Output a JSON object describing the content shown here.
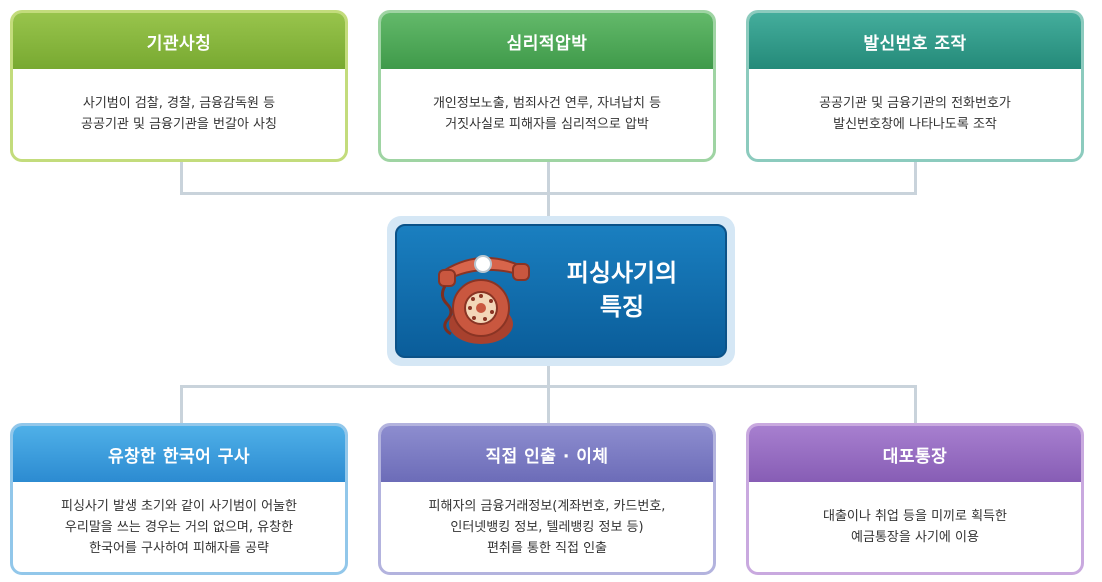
{
  "center": {
    "title_line1": "피싱사기의",
    "title_line2": "특징"
  },
  "cards": [
    {
      "title": "기관사칭",
      "desc": "사기범이 검찰, 경찰, 금융감독원 등\n공공기관 및 금융기관을 번갈아 사칭"
    },
    {
      "title": "심리적압박",
      "desc": "개인정보노출, 범죄사건 연루, 자녀납치 등\n거짓사실로 피해자를 심리적으로 압박"
    },
    {
      "title": "발신번호 조작",
      "desc": "공공기관 및 금융기관의 전화번호가\n발신번호창에 나타나도록 조작"
    },
    {
      "title": "유창한 한국어 구사",
      "desc": "피싱사기 발생 초기와 같이 사기범이 어눌한\n우리말을 쓰는 경우는 거의 없으며, 유창한\n한국어를 구사하여 피해자를 공략"
    },
    {
      "title": "직접 인출 · 이체",
      "desc": "피해자의 금융거래정보(계좌번호, 카드번호,\n인터넷뱅킹 정보, 텔레뱅킹 정보 등)\n편취를 통한 직접 인출"
    },
    {
      "title": "대포통장",
      "desc": "대출이나 취업 등을 미끼로 획득한\n예금통장을 사기에 이용"
    }
  ],
  "colors": {
    "center": "#0a6aad",
    "card1": "#78a931",
    "card2": "#3f9a4a",
    "card3": "#248a79",
    "card4": "#2c8bd1",
    "card5": "#6c6cb8",
    "card6": "#875db5"
  },
  "icons": {
    "center": "telephone-icon"
  }
}
